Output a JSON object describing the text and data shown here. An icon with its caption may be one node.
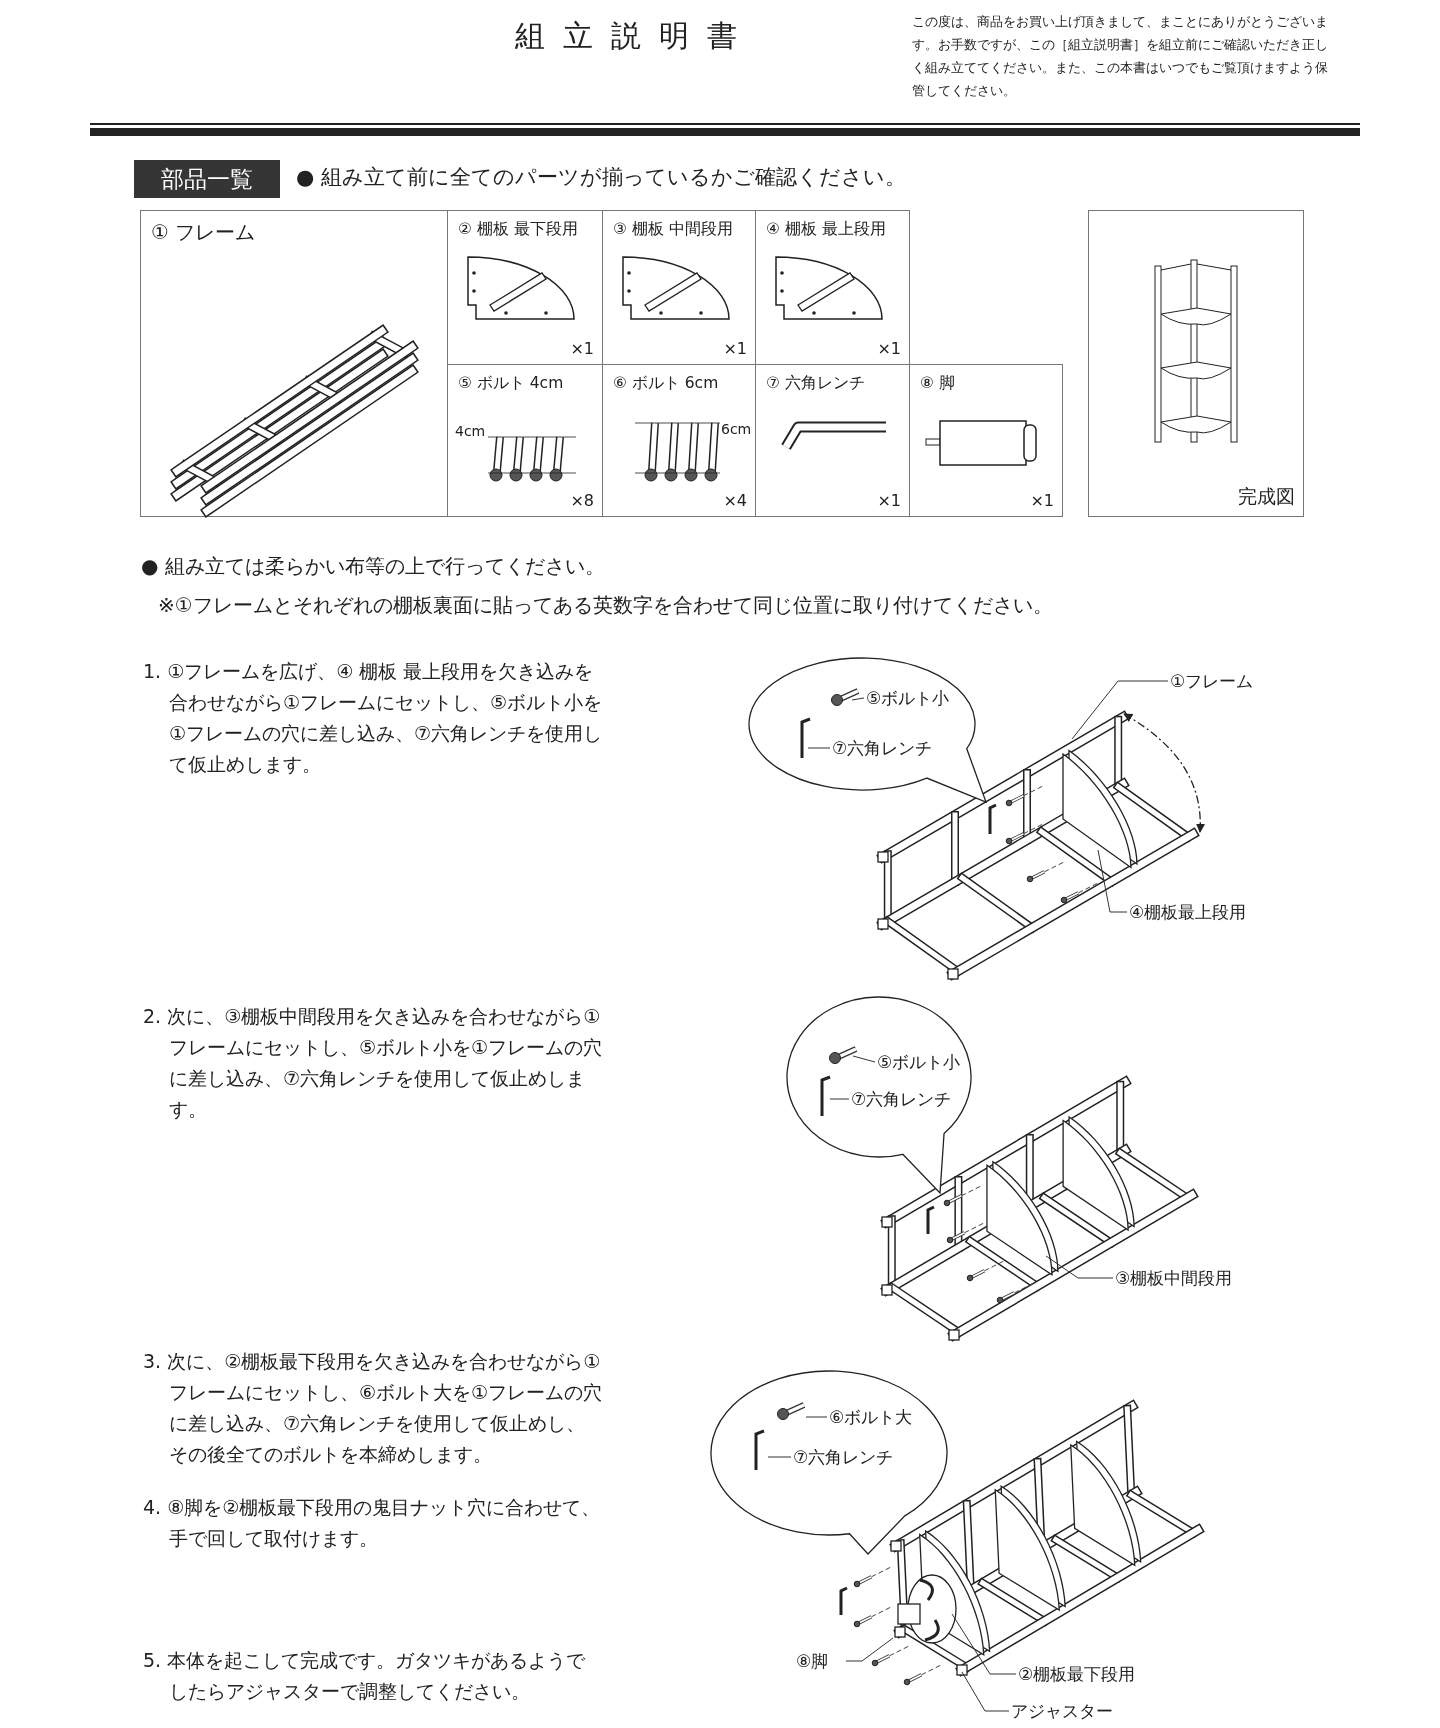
{
  "diagram": {
    "title": "組立説明書",
    "nodes": [
      {
        "text": [
          "部品一覧"
        ]
      },
      {
        "text": [
          "① フレーム"
        ]
      },
      {
        "text": [
          "② 棚板 最下段用",
          "×1"
        ]
      },
      {
        "text": [
          "③ 棚板 中間段用",
          "×1"
        ]
      },
      {
        "text": [
          "④ 棚板 最上段用",
          "×1"
        ]
      },
      {
        "text": [
          "⑤ ボルト 4cm",
          "×8"
        ]
      },
      {
        "text": [
          "⑥ ボルト 6cm",
          "×4"
        ]
      },
      {
        "text": [
          "⑦ 六角レンチ",
          "×1"
        ]
      },
      {
        "text": [
          "⑧ 脚",
          "×1"
        ]
      },
      {
        "text": [
          "完成図"
        ]
      },
      {
        "text": [],
        "shape": "circle"
      },
      {
        "text": [
          "⑤ボルト小"
        ],
        "in": 10
      },
      {
        "text": [
          "⑦六角レンチ"
        ],
        "in": 10
      },
      {
        "text": [
          "①フレーム"
        ]
      },
      {
        "text": [
          "④棚板最上段用"
        ]
      },
      {
        "text": [],
        "shape": "circle"
      },
      {
        "text": [
          "⑤ボルト小"
        ],
        "in": 15
      },
      {
        "text": [
          "⑦六角レンチ"
        ],
        "in": 15
      },
      {
        "text": [
          "③棚板中間段用"
        ]
      },
      {
        "text": [],
        "shape": "circle"
      },
      {
        "text": [
          "⑥ボルト大"
        ],
        "in": 19
      },
      {
        "text": [
          "⑦六角レンチ"
        ],
        "in": 19
      },
      {
        "text": [
          "⑧脚"
        ]
      },
      {
        "text": [
          "②棚板最下段用"
        ]
      },
      {
        "text": [
          "アジャスター"
        ]
      }
    ],
    "edges": [
      {
        "from": 11,
        "to": null,
        "arrow": "none"
      },
      {
        "from": 12,
        "to": null,
        "arrow": "none"
      },
      {
        "from": 13,
        "to": null,
        "arrow": "none"
      },
      {
        "from": 14,
        "to": null,
        "arrow": "none"
      },
      {
        "from": 16,
        "to": null,
        "arrow": "none"
      },
      {
        "from": 17,
        "to": null,
        "arrow": "none"
      },
      {
        "from": 18,
        "to": null,
        "arrow": "none"
      },
      {
        "from": 20,
        "to": null,
        "arrow": "none"
      },
      {
        "from": 21,
        "to": null,
        "arrow": "none"
      },
      {
        "from": 22,
        "to": null,
        "arrow": "none"
      },
      {
        "from": 23,
        "to": null,
        "arrow": "none"
      },
      {
        "from": 24,
        "to": null,
        "arrow": "none"
      }
    ],
    "labels": [
      "この度は、商品をお買い上げ頂きまして、まことにありがとうございます。お手数ですが、この［組立説明書］を組立前にご確認いただき正しく組み立ててください。また、この本書はいつでもご覧頂けますよう保管してください。",
      "● 組み立て前に全てのパーツが揃っているかご確認ください。",
      "4cm",
      "6cm",
      "● 組み立ては柔らかい布等の上で行ってください。",
      "※①フレームとそれぞれの棚板裏面に貼ってある英数字を合わせて同じ位置に取り付けてください。",
      "1. ①フレームを広げ、④ 棚板 最上段用を欠き込みを合わせながら①フレームにセットし、⑤ボルト小を①フレームの穴に差し込み、⑦六角レンチを使用して仮止めします。",
      "2. 次に、③棚板中間段用を欠き込みを合わせながら①フレームにセットし、⑤ボルト小を①フレームの穴に差し込み、⑦六角レンチを使用して仮止めします。",
      "3. 次に、②棚板最下段用を欠き込みを合わせながら①フレームにセットし、⑥ボルト大を①フレームの穴に差し込み、⑦六角レンチを使用して仮止めし、その後全てのボルトを本締めします。",
      "4. ⑧脚を②棚板最下段用の鬼目ナット穴に合わせて、手で回して取付けます。",
      "5. 本体を起こして完成です。ガタツキがあるようでしたらアジャスターで調整してください。"
    ]
  }
}
